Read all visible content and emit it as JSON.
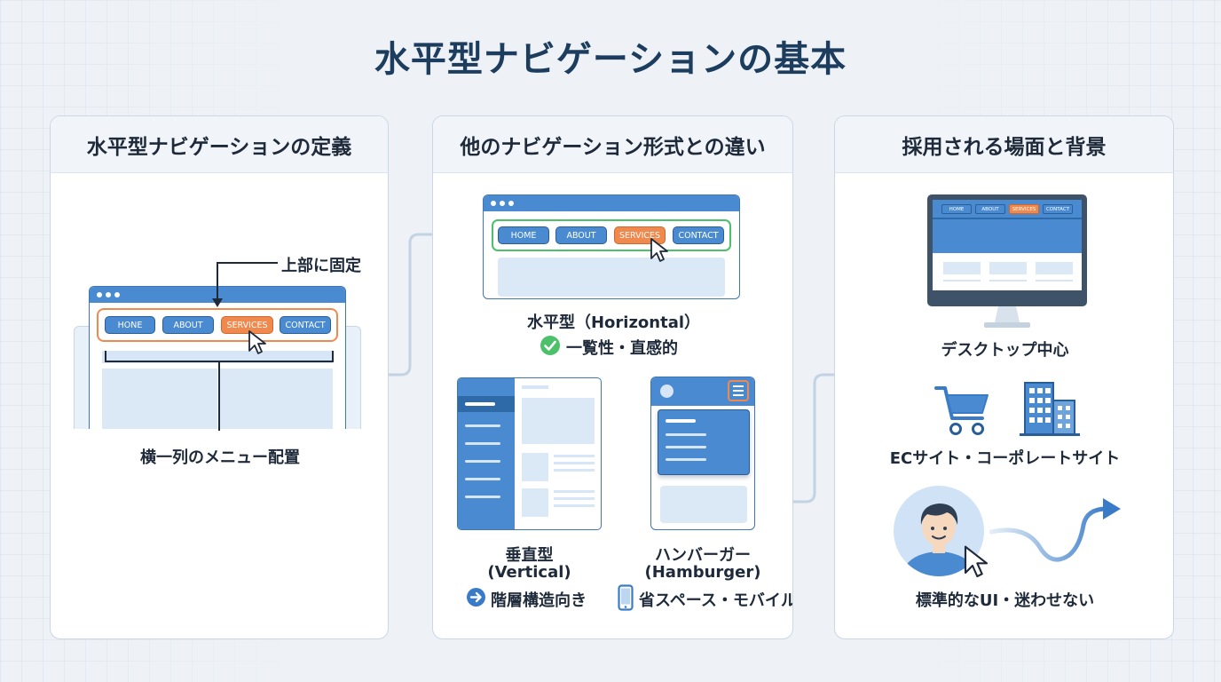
{
  "title": "水平型ナビゲーションの基本",
  "panels": {
    "definition": {
      "heading": "水平型ナビゲーションの定義",
      "callout_top": "上部に固定",
      "callout_bottom": "横一列のメニュー配置",
      "nav_items": [
        "HONE",
        "ABOUT",
        "SERVICES",
        "CONTACT"
      ]
    },
    "comparison": {
      "heading": "他のナビゲーション形式との違い",
      "nav_items": [
        "HOME",
        "ABOUT",
        "SERVICES",
        "CONTACT"
      ],
      "horizontal_label": "水平型（Horizontal）",
      "horizontal_note": "一覧性・直感的",
      "vertical_label": "垂直型",
      "vertical_label_en": "(Vertical)",
      "vertical_note": "階層構造向き",
      "hamburger_label": "ハンバーガー",
      "hamburger_label_en": "(Hamburger)",
      "hamburger_note": "省スペース・モバイル"
    },
    "adoption": {
      "heading": "採用される場面と背景",
      "monitor_nav_items": [
        "HOME",
        "ABOUT",
        "SERVICES",
        "CONTACT"
      ],
      "desktop_label": "デスクトップ中心",
      "ec_label": "ECサイト・コーポレートサイト",
      "standard_label": "標準的なUI・迷わせない"
    }
  },
  "colors": {
    "accent_blue": "#4a8ad0",
    "active_orange": "#f0894d",
    "highlight_green": "#4cc06a",
    "title_navy": "#1d3d5e"
  }
}
